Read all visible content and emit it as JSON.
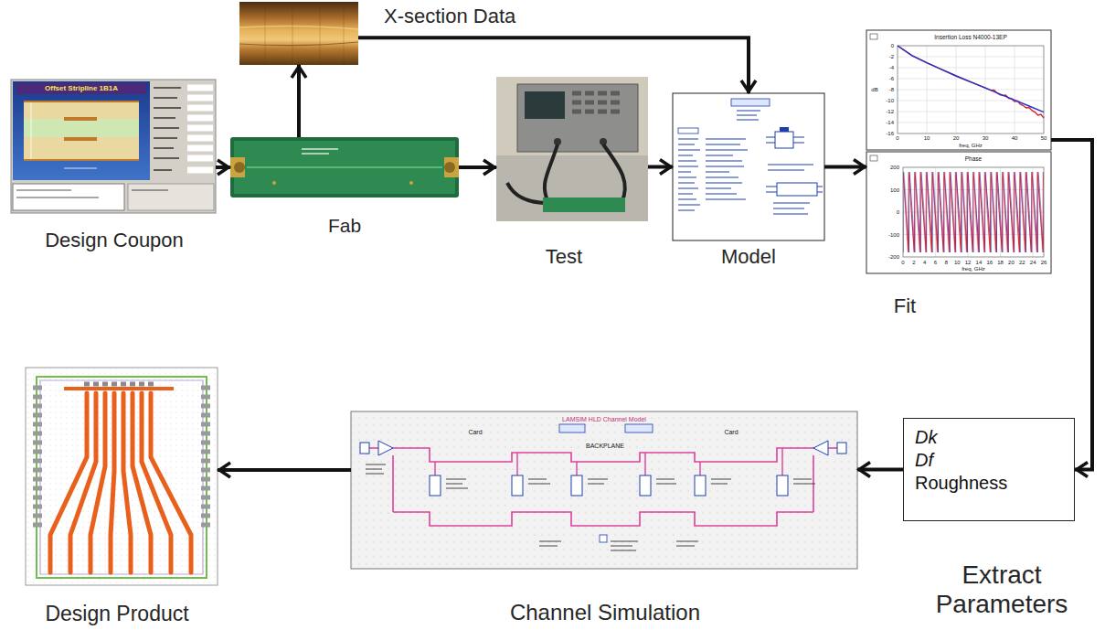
{
  "diagram": {
    "nodes": [
      {
        "text": [
          "Design Coupon"
        ]
      },
      {
        "text": [
          "X-section Data"
        ]
      },
      {
        "text": [
          "Fab"
        ]
      },
      {
        "text": [
          "Test"
        ]
      },
      {
        "text": [
          "Model"
        ]
      },
      {
        "text": [
          "Fit"
        ]
      },
      {
        "text": [
          "Dk",
          "Df",
          "Roughness",
          "Extract Parameters"
        ]
      },
      {
        "text": [
          "Channel Simulation"
        ]
      },
      {
        "text": [
          "Design Product"
        ]
      }
    ],
    "edges": [
      {
        "from": 0,
        "to": 2,
        "arrow": "to"
      },
      {
        "from": 2,
        "to": 1,
        "arrow": "to"
      },
      {
        "from": 2,
        "to": 3,
        "arrow": "to"
      },
      {
        "from": 1,
        "to": 4,
        "arrow": "to"
      },
      {
        "from": 3,
        "to": 4,
        "arrow": "to"
      },
      {
        "from": 4,
        "to": 5,
        "arrow": "to"
      },
      {
        "from": 5,
        "to": 6,
        "arrow": "to"
      },
      {
        "from": 6,
        "to": 7,
        "arrow": "to"
      },
      {
        "from": 7,
        "to": 8,
        "arrow": "to"
      }
    ],
    "labels": [
      "Offset Stripline 1B1A",
      "Insertion Loss N4000-13EP",
      "dB",
      "0",
      "-2",
      "-4",
      "-6",
      "-8",
      "-10",
      "-12",
      "-14",
      "-16",
      "0",
      "10",
      "20",
      "30",
      "40",
      "50",
      "freq, GHz",
      "Phase",
      "200",
      "100",
      "0",
      "-100",
      "-200",
      "0",
      "2",
      "4",
      "6",
      "8",
      "10",
      "12",
      "14",
      "16",
      "18",
      "20",
      "22",
      "24",
      "26",
      "freq, GHz",
      "LAMSIM HLD Channel Model",
      "Card",
      "BACKPLANE",
      "Card"
    ]
  }
}
